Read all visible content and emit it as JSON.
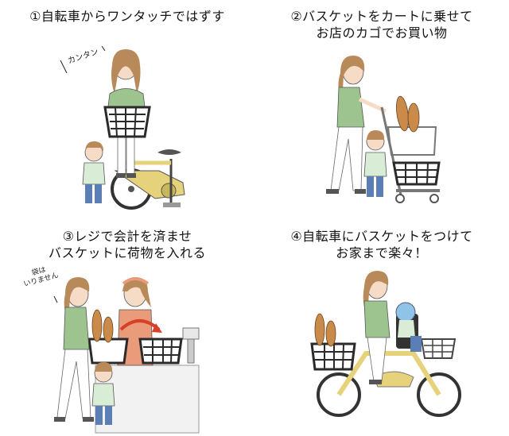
{
  "steps": [
    {
      "number": "①",
      "lines": [
        "自転車からワンタッチではずす"
      ],
      "sfx": "カンタン"
    },
    {
      "number": "②",
      "lines": [
        "バスケットをカートに乗せて",
        "お店のカゴでお買い物"
      ]
    },
    {
      "number": "③",
      "lines": [
        "レジで会計を済ませ",
        "バスケットに荷物を入れる"
      ],
      "speech": [
        "袋は",
        "いりません"
      ]
    },
    {
      "number": "④",
      "lines": [
        "自転車にバスケットをつけて",
        "お家まで楽々！"
      ]
    }
  ],
  "colors": {
    "bike": "#e6d27a",
    "bike_dark": "#c9b65a",
    "shirt": "#9dc48f",
    "child_shirt": "#d9ecd6",
    "jeans": "#5b7fb5",
    "hair": "#b88a5a",
    "skin": "#f6dcc6",
    "basket": "#2a2a2a",
    "bread": "#c98a4a",
    "apron": "#e99b7a",
    "arrow": "#d8402a",
    "cart": "#777777",
    "helmet": "#8fc3e8"
  }
}
